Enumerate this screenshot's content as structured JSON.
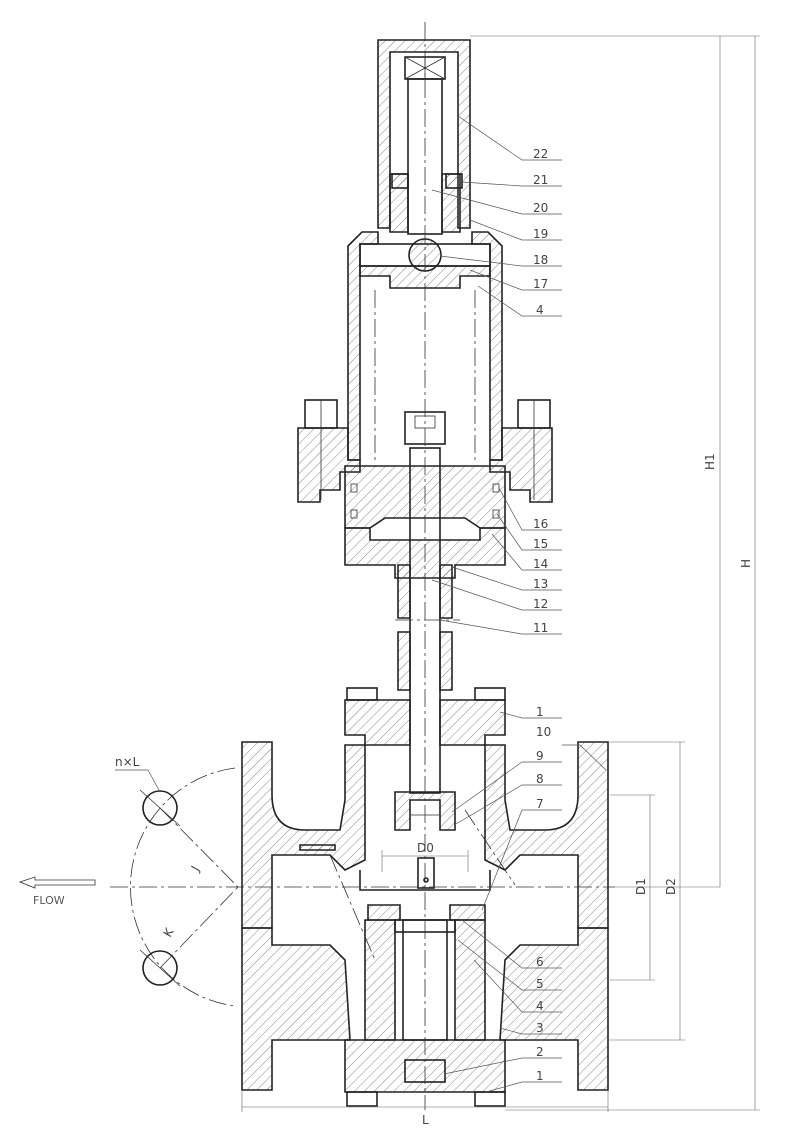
{
  "part_numbers": [
    "22",
    "21",
    "20",
    "19",
    "18",
    "17",
    "4",
    "16",
    "15",
    "14",
    "13",
    "12",
    "11",
    "1",
    "10",
    "9",
    "8",
    "7",
    "6",
    "5",
    "4",
    "3",
    "2",
    "1"
  ],
  "dimensions": {
    "h1": "H1",
    "h": "H",
    "d1": "D1",
    "d2": "D2",
    "d0": "D0",
    "l": "L",
    "bolt_holes": "n×L",
    "angle_j": "J",
    "angle_k": "K"
  },
  "flow_label": "FLOW",
  "colors": {
    "line": "#222222",
    "label": "#444444",
    "background": "#ffffff"
  }
}
